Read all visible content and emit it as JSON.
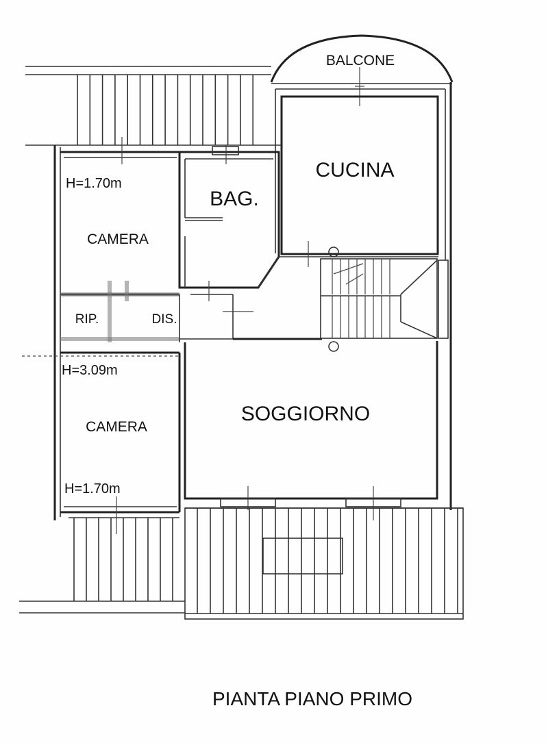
{
  "rooms": {
    "balcone": "BALCONE",
    "cucina": "CUCINA",
    "bagno": "BAG.",
    "camera_top": "CAMERA",
    "ripostiglio": "RIP.",
    "disimpegno": "DIS.",
    "soggiorno": "SOGGIORNO",
    "camera_bottom": "CAMERA"
  },
  "heights": {
    "camera_top": "H=1.70m",
    "middle": "H=3.09m",
    "camera_bottom": "H=1.70m"
  },
  "caption": "PIANTA PIANO PRIMO",
  "colors": {
    "ink": "#222222",
    "paper": "#ffffff"
  }
}
